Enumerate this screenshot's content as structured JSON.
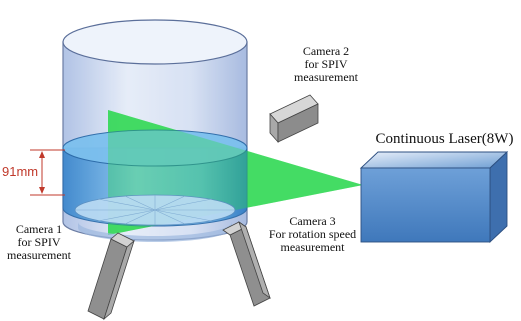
{
  "labels": {
    "camera2": [
      "Camera 2",
      "for SPIV",
      "measurement"
    ],
    "camera1": [
      "Camera 1",
      "for SPIV",
      "measurement"
    ],
    "camera3": [
      "Camera 3",
      "For rotation speed",
      "measurement"
    ],
    "laser": "Continuous Laser(8W)",
    "water_depth": "91mm"
  },
  "colors": {
    "tank_glass": "#c9d6ee",
    "water": "#3f95d8",
    "laser_sheet": "#33dd55",
    "laser_box": "#5b8fc9",
    "camera_box": "#8c8c8c",
    "dimension": "#c0392b"
  },
  "icons": {
    "tank": "cylindrical-tank",
    "water": "water-layer",
    "impeller": "rotating-disk",
    "laser": "laser-box",
    "camera": "camera-box"
  }
}
